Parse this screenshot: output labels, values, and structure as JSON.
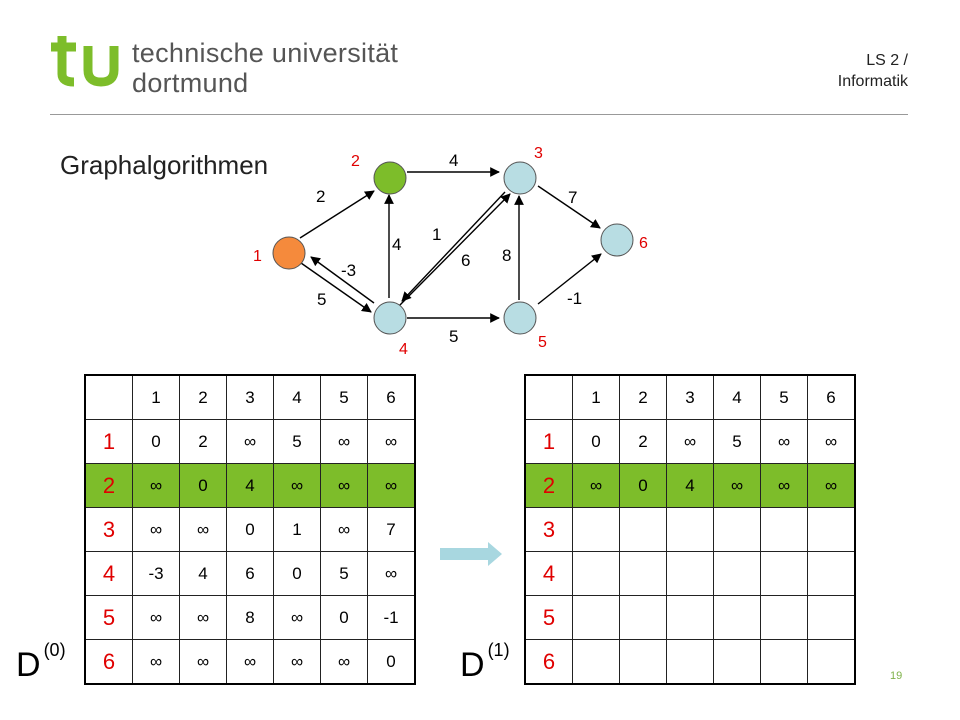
{
  "header": {
    "logo_line1": "technische universität",
    "logo_line2": "dortmund",
    "chair_line1": "LS 2 /",
    "chair_line2": "Informatik"
  },
  "slide": {
    "title": "Graphalgorithmen",
    "page_number": "19"
  },
  "colors": {
    "accent_green": "#7dbd2a",
    "node_orange": "#f58a3c",
    "node_blue": "#b8dde3",
    "label_red": "#e00000",
    "arrow_blue": "#a8d7e0"
  },
  "graph": {
    "node_labels": [
      "1",
      "2",
      "3",
      "4",
      "5",
      "6"
    ],
    "edge_labels": {
      "e12": "2",
      "e23": "4",
      "e36": "7",
      "e42": "4",
      "e41": "-3",
      "e14": "5",
      "e34": "1",
      "e43": "6",
      "e53": "8",
      "e45": "5",
      "e56": "-1"
    }
  },
  "matrix0": {
    "name": "D",
    "superscript": "(0)",
    "col_headers": [
      "1",
      "2",
      "3",
      "4",
      "5",
      "6"
    ],
    "rows": [
      {
        "label": "1",
        "cells": [
          "0",
          "2",
          "∞",
          "5",
          "∞",
          "∞"
        ]
      },
      {
        "label": "2",
        "cells": [
          "∞",
          "0",
          "4",
          "∞",
          "∞",
          "∞"
        ]
      },
      {
        "label": "3",
        "cells": [
          "∞",
          "∞",
          "0",
          "1",
          "∞",
          "7"
        ]
      },
      {
        "label": "4",
        "cells": [
          "-3",
          "4",
          "6",
          "0",
          "5",
          "∞"
        ]
      },
      {
        "label": "5",
        "cells": [
          "∞",
          "∞",
          "8",
          "∞",
          "0",
          "-1"
        ]
      },
      {
        "label": "6",
        "cells": [
          "∞",
          "∞",
          "∞",
          "∞",
          "∞",
          "0"
        ]
      }
    ]
  },
  "matrix1": {
    "name": "D",
    "superscript": "(1)",
    "col_headers": [
      "1",
      "2",
      "3",
      "4",
      "5",
      "6"
    ],
    "rows": [
      {
        "label": "1",
        "cells": [
          "0",
          "2",
          "∞",
          "5",
          "∞",
          "∞"
        ]
      },
      {
        "label": "2",
        "cells": [
          "∞",
          "0",
          "4",
          "∞",
          "∞",
          "∞"
        ]
      },
      {
        "label": "3",
        "cells": [
          "",
          "",
          "",
          "",
          "",
          ""
        ]
      },
      {
        "label": "4",
        "cells": [
          "",
          "",
          "",
          "",
          "",
          ""
        ]
      },
      {
        "label": "5",
        "cells": [
          "",
          "",
          "",
          "",
          "",
          ""
        ]
      },
      {
        "label": "6",
        "cells": [
          "",
          "",
          "",
          "",
          "",
          ""
        ]
      }
    ]
  }
}
